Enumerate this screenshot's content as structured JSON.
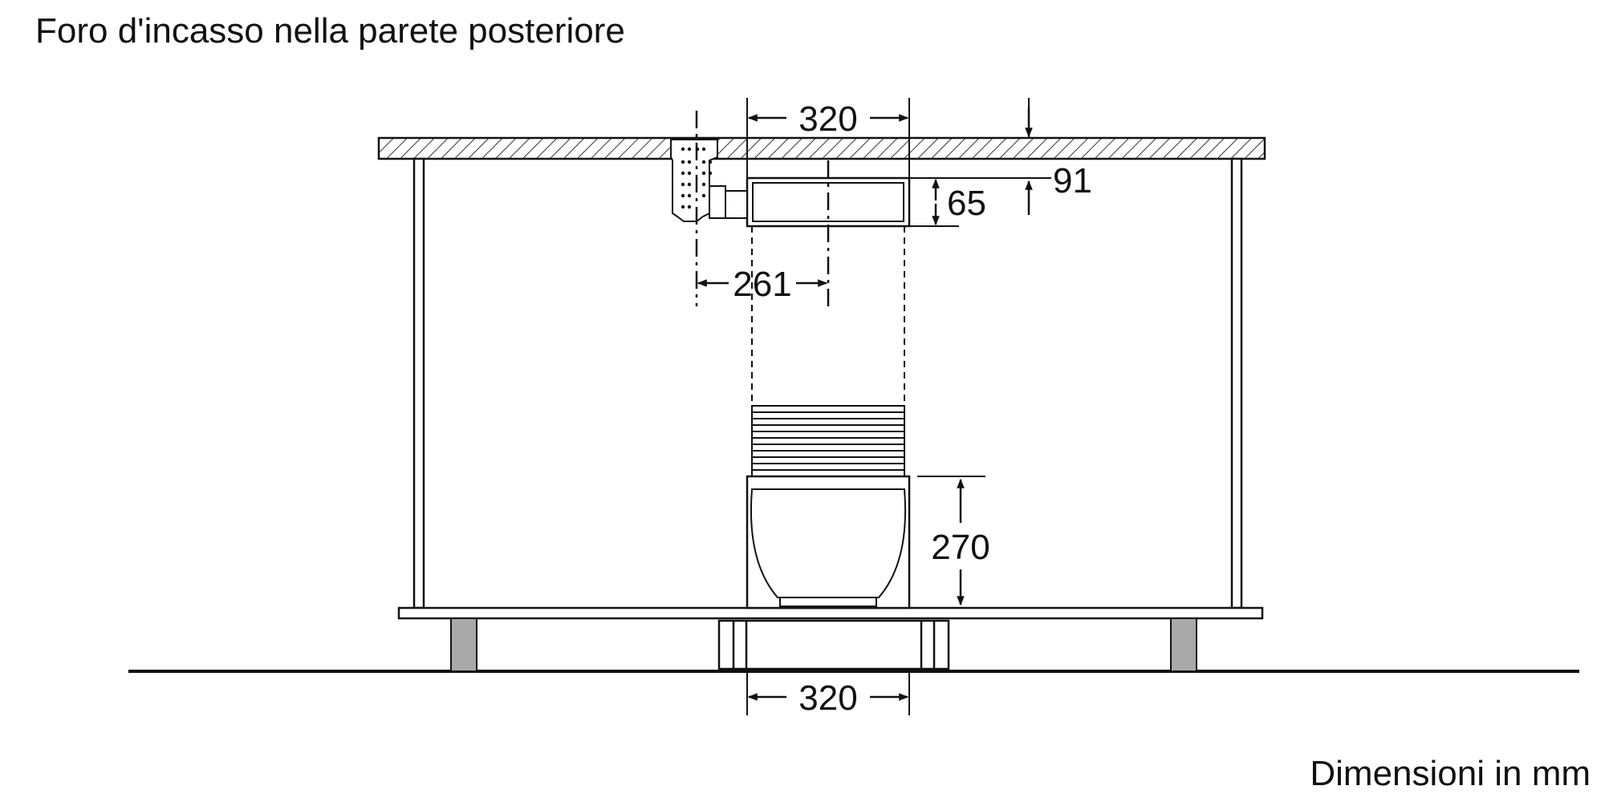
{
  "title": "Foro d'incasso nella parete posteriore",
  "units_note": "Dimensioni in mm",
  "dimensions": {
    "top_width": "320",
    "offset": "261",
    "duct_height": "65",
    "clearance": "91",
    "box_height": "270",
    "bottom_width": "320"
  },
  "colors": {
    "line": "#111111",
    "leg": "#a9a9a9"
  }
}
